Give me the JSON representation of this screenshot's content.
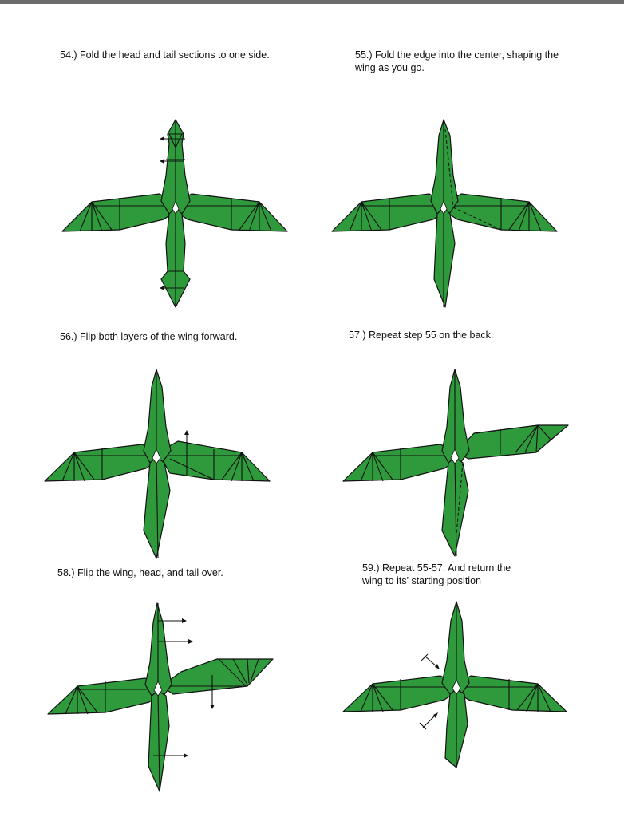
{
  "steps": [
    {
      "id": "54",
      "caption": "54.) Fold the head and tail sections to one side."
    },
    {
      "id": "55",
      "caption": "55.)  Fold the edge into the center, shaping the\nwing as you go."
    },
    {
      "id": "56",
      "caption": "56.)  Flip both layers of the wing forward."
    },
    {
      "id": "57",
      "caption": "57.)  Repeat step 55 on the back."
    },
    {
      "id": "58",
      "caption": "58.)  Flip the wing, head, and tail over."
    },
    {
      "id": "59",
      "caption": "59.)  Repeat 55-57.  And return the\nwing to its' starting position"
    }
  ],
  "colors": {
    "paper_green": "#2e9a3b",
    "outline": "#111111",
    "topbar": "#6b6b6b"
  }
}
